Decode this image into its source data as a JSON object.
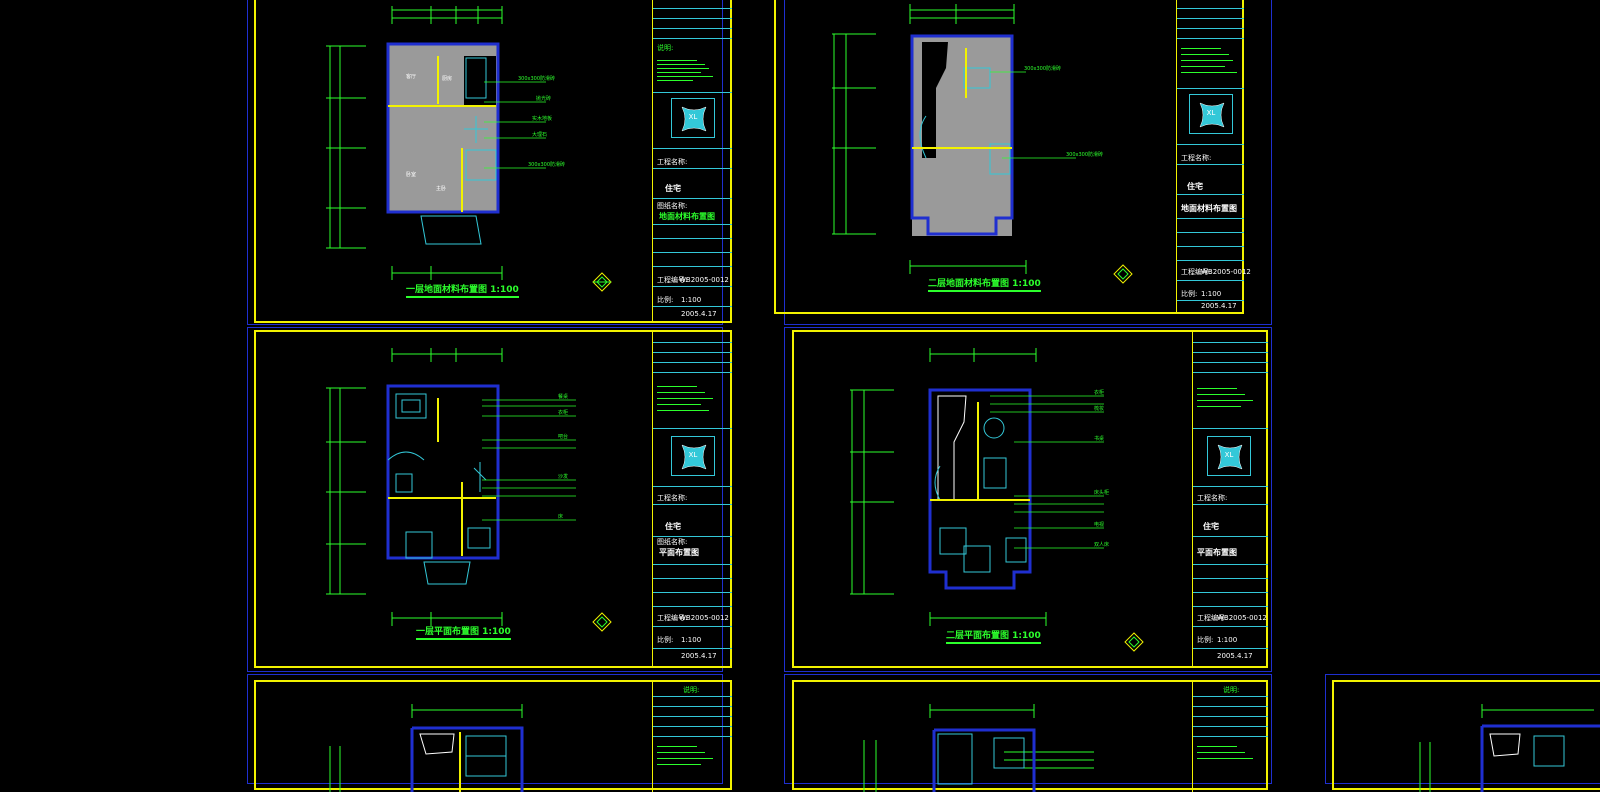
{
  "colors": {
    "background": "#000000",
    "sheet_border": "#f2f200",
    "outer_frame": "#1f2fd0",
    "dimension_lines": "#2cff2c",
    "walls": "#33c8d8",
    "floor_fill": "#9a9a9a"
  },
  "sheets": {
    "s1": {
      "title": "一层地面材料布置图 1:100",
      "tb_client_label": "工程名称:",
      "tb_project": "住宅",
      "tb_drawing_label": "图纸名称:",
      "tb_drawing": "地面材料布置图",
      "tb_no_label": "工程编号:",
      "tb_no": "WB2005-0012",
      "tb_scale_label": "比例:",
      "tb_scale": "1:100",
      "tb_date": "2005.4.17"
    },
    "s2": {
      "title": "二层地面材料布置图 1:100",
      "tb_client_label": "工程名称:",
      "tb_project": "住宅",
      "tb_drawing": "地面材料布置图",
      "tb_no_label": "工程编号:",
      "tb_no": "WB2005-0012",
      "tb_scale_label": "比例:",
      "tb_scale": "1:100",
      "tb_date": "2005.4.17"
    },
    "s3": {
      "title": "一层平面布置图 1:100",
      "tb_client_label": "工程名称:",
      "tb_project": "住宅",
      "tb_drawing_label": "图纸名称:",
      "tb_drawing": "平面布置图",
      "tb_no_label": "工程编号:",
      "tb_no": "WB2005-0012",
      "tb_scale_label": "比例:",
      "tb_scale": "1:100",
      "tb_date": "2005.4.17"
    },
    "s4": {
      "title": "二层平面布置图 1:100",
      "tb_client_label": "工程名称:",
      "tb_project": "住宅",
      "tb_drawing": "平面布置图",
      "tb_no_label": "工程编号:",
      "tb_no": "WB2005-0012",
      "tb_scale_label": "比例:",
      "tb_scale": "1:100",
      "tb_date": "2005.4.17"
    },
    "s5": {
      "tb_header": "说明:"
    },
    "s6": {
      "tb_header": "说明:"
    },
    "s7": {}
  },
  "logo_text": "XL"
}
